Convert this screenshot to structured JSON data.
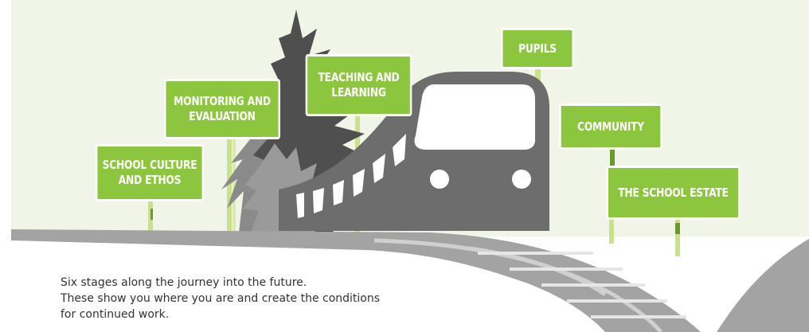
{
  "stages": [
    {
      "id": "school-culture",
      "label": "SCHOOL CULTURE\nAND ETHOS"
    },
    {
      "id": "monitoring",
      "label": "MONITORING AND\nEVALUATION"
    },
    {
      "id": "teaching",
      "label": "TEACHING AND\nLEARNING"
    },
    {
      "id": "pupils",
      "label": "PUPILS"
    },
    {
      "id": "community",
      "label": "COMMUNITY"
    },
    {
      "id": "estate",
      "label": "THE SCHOOL ESTATE"
    }
  ],
  "caption": {
    "line1": "Six stages along the journey into the future.",
    "line2": "These show you where you are and create the conditions",
    "line3": "for continued work."
  },
  "colors": {
    "background": "#f1f5e7",
    "sign_green": "#8cc63f",
    "post_light": "#c9e08f",
    "post_dark": "#6a9a2c",
    "train_gray": "#6d6d6d",
    "tree_dark": "#4f4f4f",
    "tree_light": "#8a8a8a",
    "track_gray": "#a3a3a3",
    "text": "#333333"
  },
  "icons": {
    "train": "train-icon",
    "trees": "pine-tree-icon",
    "rails": "railway-track-icon"
  }
}
